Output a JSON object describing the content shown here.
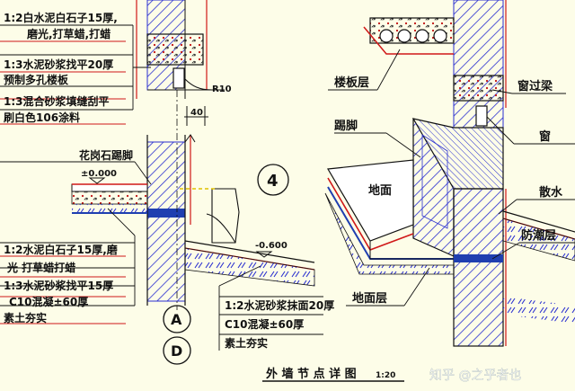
{
  "colors": {
    "background": "#fdfde8",
    "wall_hatch": "#2a2fd0",
    "accent_red": "#d01818",
    "layer_blue": "#1f3fb0",
    "text": "#111111"
  },
  "left_detail": {
    "roof_layers": [
      "1:2白水泥白石子15厚,",
      "磨光,打草蜡,打蜡",
      "1:3水泥砂浆找平20厚",
      "预制多孔楼板",
      "1:3混合砂浆填缝刮平",
      "刷白色106涂料"
    ],
    "dim_r10": "R10",
    "dim_40": "40",
    "granite_skirting": "花岗石踢脚",
    "level_zero": "±0.000",
    "detail_number": "4",
    "level_minus": "-0.600",
    "floor_layers": [
      "1:2水泥白石子15厚,磨",
      "光 打草蜡打蜡",
      "1:3水泥砂浆找平15厚",
      "C10混凝±60厚",
      "素土夯实"
    ],
    "apron_layers": [
      "1:2水泥砂浆抹面20厚",
      "C10混凝±60厚",
      "素土夯实"
    ],
    "axis_a": "A",
    "axis_d": "D"
  },
  "right_detail": {
    "floor_slab": "楼板层",
    "window_lintel": "窗过梁",
    "skirting": "踢脚",
    "window": "窗",
    "floor": "地面",
    "apron": "散水",
    "damp_proof": "防潮层",
    "floor_layer": "地面层"
  },
  "caption": {
    "title": "外 墙 节 点 详 图",
    "scale": "1:20"
  },
  "watermark": "知乎 @之乎者也"
}
